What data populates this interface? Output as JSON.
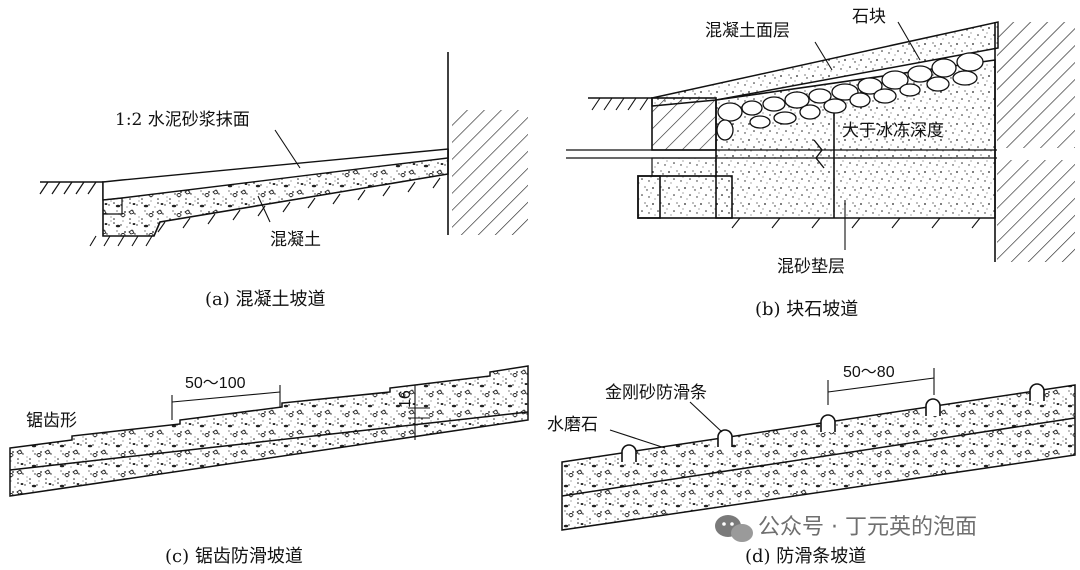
{
  "panel_a": {
    "caption": "(a) 混凝土坡道",
    "label_mortar": "1:2 水泥砂浆抹面",
    "label_concrete": "混凝土"
  },
  "panel_b": {
    "caption": "(b) 块石坡道",
    "label_concrete_surface": "混凝土面层",
    "label_stone": "石块",
    "label_frost": "大于冰冻深度",
    "label_sand_cushion": "混砂垫层"
  },
  "panel_c": {
    "caption": "(c) 锯齿防滑坡道",
    "label_sawtooth": "锯齿形",
    "dim_spacing": "50～100",
    "dim_height": "16"
  },
  "panel_d": {
    "caption": "(d) 防滑条坡道",
    "label_strip": "金刚砂防滑条",
    "label_terrazzo": "水磨石",
    "dim_spacing": "50～80"
  },
  "watermark": {
    "text": "公众号 · 丁元英的泡面",
    "icon": "wechat-icon"
  }
}
